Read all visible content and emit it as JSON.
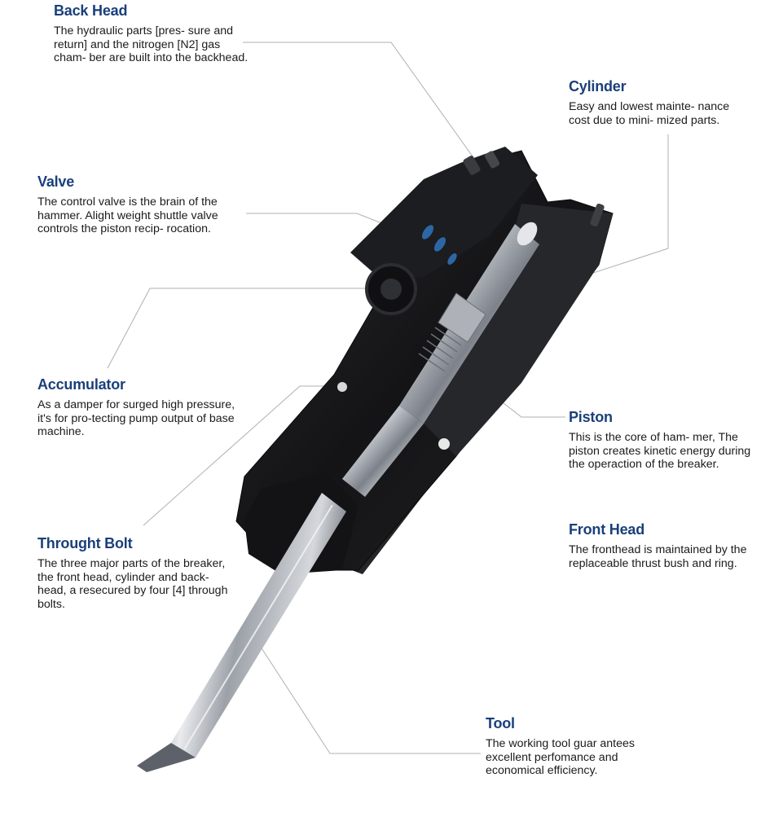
{
  "colors": {
    "title": "#1a3f7a",
    "text": "#1b1b1b",
    "leader": "#b0b0b0",
    "body": "#1a1a1a",
    "steel": "#c8ccd2",
    "accent_blue": "#2f6fb3"
  },
  "callouts": {
    "back_head": {
      "title": "Back Head",
      "desc": "The hydraulic parts [pres- sure and return] and the nitrogen [N2] gas cham- ber are built into the backhead."
    },
    "cylinder": {
      "title": "Cylinder",
      "desc": "Easy and lowest mainte- nance cost due to mini- mized parts."
    },
    "valve": {
      "title": "Valve",
      "desc": "The control valve is the brain of the hammer. Alight weight shuttle valve controls the piston recip- rocation."
    },
    "accumulator": {
      "title": "Accumulator",
      "desc": "As a damper for surged high pressure, it's for pro-tecting pump output of base machine."
    },
    "piston": {
      "title": "Piston",
      "desc": "This is the core of ham- mer, The piston creates kinetic energy during the operaction of the breaker."
    },
    "front_head": {
      "title": "Front Head",
      "desc": "The fronthead is maintained by the replaceable thrust bush and ring."
    },
    "through_bolt": {
      "title": "Throught Bolt",
      "desc": "The three major parts of the breaker, the front head, cylinder and back- head, a resecured by four [4] through bolts."
    },
    "tool": {
      "title": "Tool",
      "desc": "The working tool guar antees excellent perfomance and economical efficiency."
    }
  }
}
